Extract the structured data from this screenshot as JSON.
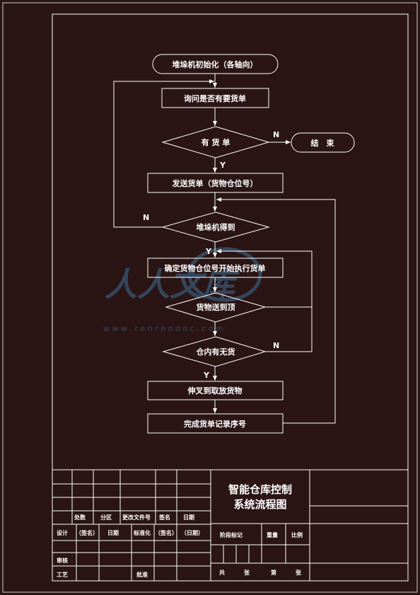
{
  "flowchart": {
    "init": "堆垛机初始化（各轴向）",
    "query": "询问是否有要货单",
    "decision_has_order": "有 货 单",
    "end": "结　束",
    "send_order": "发送货单（货物仓位号）",
    "decision_stacker_arrive": "堆垛机得到",
    "execute": "确定货物仓位号开始执行货单",
    "decision_top": "货物送到顶",
    "decision_in_warehouse": "仓内有无货",
    "fork": "伸叉到取放货物",
    "complete": "完成货单记录序号",
    "labels": {
      "n1": "N",
      "y1": "Y",
      "n2": "N",
      "y2": "Y",
      "n3": "N",
      "y3": "Y"
    }
  },
  "title_block": {
    "title_line1": "智能仓库控制",
    "title_line2": "系统流程图",
    "row_headers": [
      "处数",
      "分区",
      "更改文件号",
      "签名",
      "日期"
    ],
    "designer": "设计",
    "signature1": "（签名）",
    "date1": "日期",
    "standardize": "标准化",
    "signature2": "（签名）",
    "date2": "（日期）",
    "stage_mark": "阶段标记",
    "weight": "重量",
    "scale": "比例",
    "review": "审核",
    "process": "工艺",
    "approve": "批准",
    "total": "共",
    "sheets1": "张",
    "page": "第",
    "sheets2": "张"
  },
  "watermark": {
    "text": "人人文库",
    "url": "w w w . r e n r e n d o c . c o m"
  }
}
